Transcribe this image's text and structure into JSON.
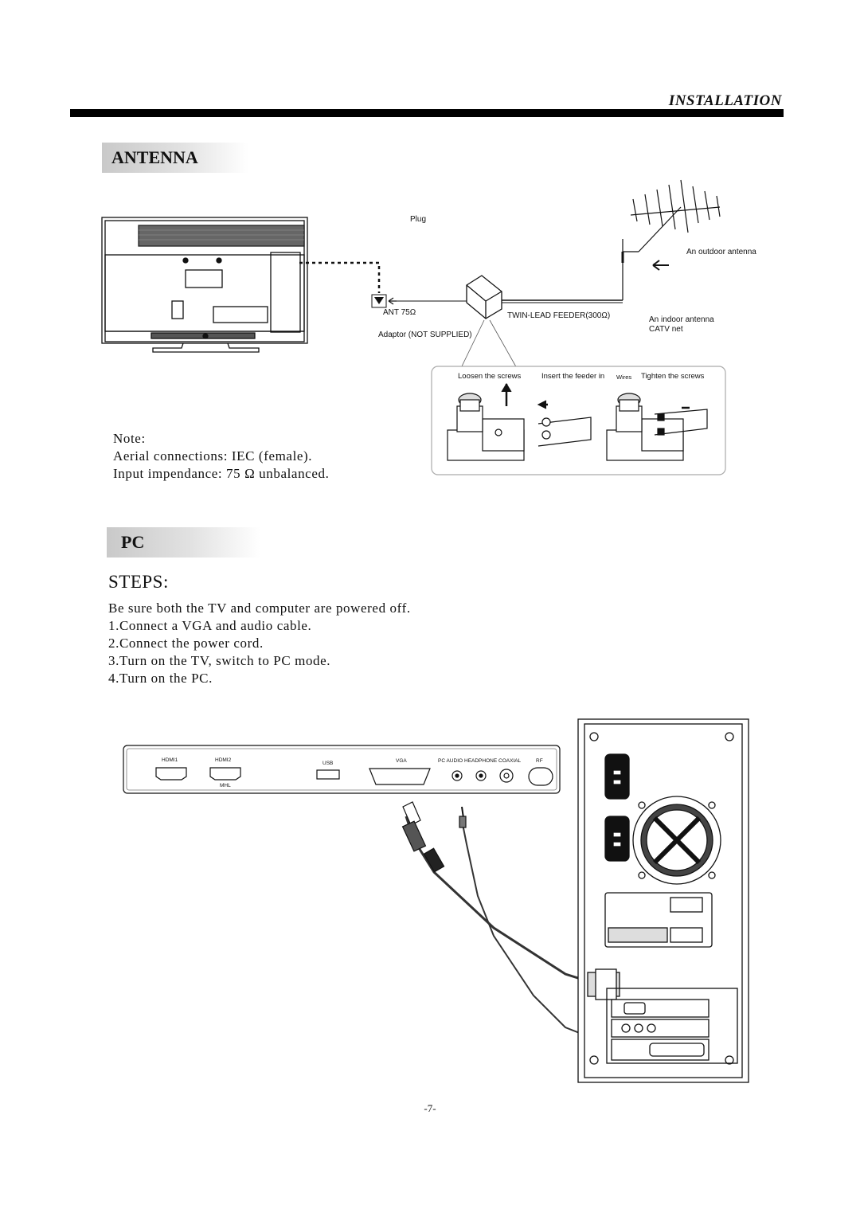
{
  "header": {
    "title": "INSTALLATION"
  },
  "antenna": {
    "heading": "ANTENNA",
    "labels": {
      "plug": "Plug",
      "outdoor": "An outdoor antenna",
      "ant": "ANT 75Ω",
      "twinlead": "TWIN-LEAD FEEDER(300Ω)",
      "indoor": "An indoor antenna",
      "catv": "CATV net",
      "adaptor": "Adaptor  (NOT SUPPLIED)",
      "loosen": "Loosen the screws",
      "insert": "Insert the feeder in",
      "wires": "Wires",
      "tighten": "Tighten the screws"
    },
    "note": {
      "title": "Note:",
      "line1": "Aerial connections: IEC (female).",
      "line2": "Input impendance: 75 Ω unbalanced."
    }
  },
  "pc": {
    "heading": "PC",
    "steps_title": "STEPS:",
    "steps": [
      "Be sure both the TV and computer are powered off.",
      "1.Connect a VGA and audio cable.",
      "2.Connect the power cord.",
      "3.Turn on the TV, switch  to PC mode.",
      "4.Turn on the PC."
    ],
    "ports": {
      "hdmi1": "HDMI1",
      "hdmi2": "HDMI2",
      "mhl": "MHL",
      "usb": "USB",
      "vga": "VGA",
      "pc_audio": "PC AUDIO",
      "headphone": "HEADPHONE",
      "coaxial": "COAXIAL",
      "rf": "RF"
    }
  },
  "footer": {
    "page_number": "-7-"
  }
}
